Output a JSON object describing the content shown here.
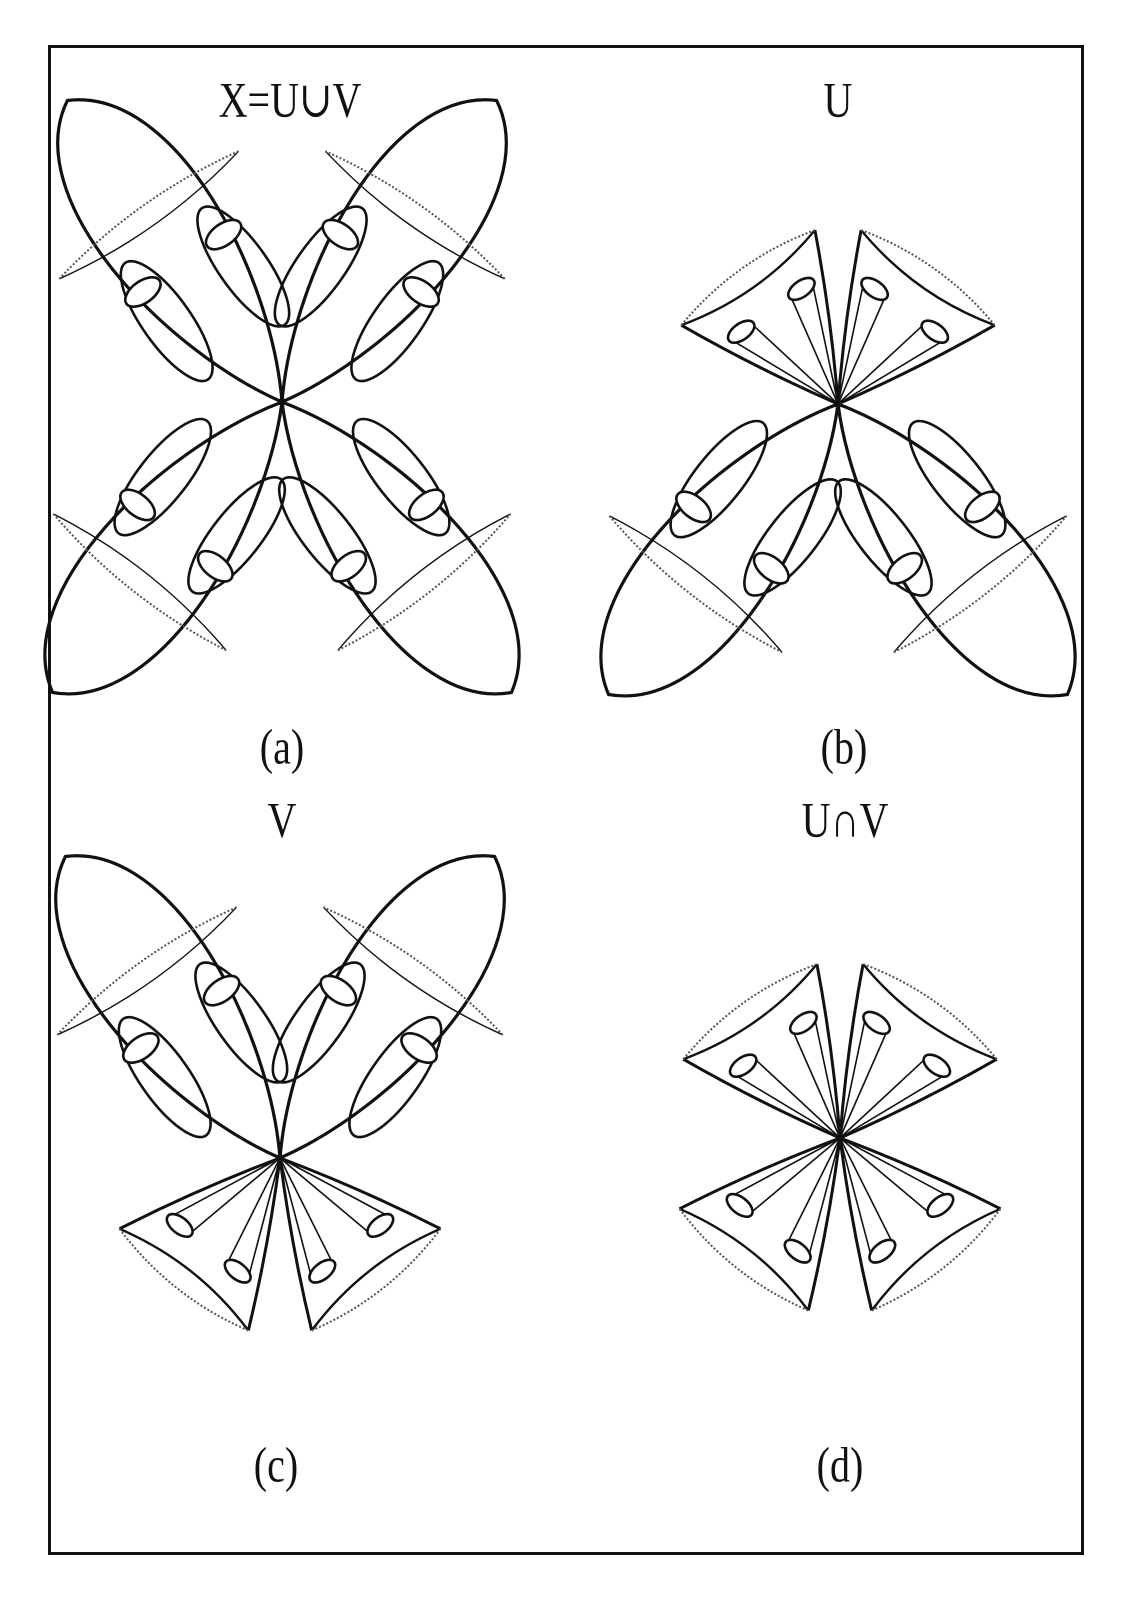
{
  "panels": [
    {
      "id": "a",
      "title": "X=U∪V",
      "caption": "(a)"
    },
    {
      "id": "b",
      "title": "U",
      "caption": "(b)"
    },
    {
      "id": "c",
      "title": "V",
      "caption": "(c)"
    },
    {
      "id": "d",
      "title": "U∩V",
      "caption": "(d)"
    }
  ],
  "colors": {
    "stroke": "#111111",
    "dotted": "#555555",
    "background": "#ffffff"
  }
}
